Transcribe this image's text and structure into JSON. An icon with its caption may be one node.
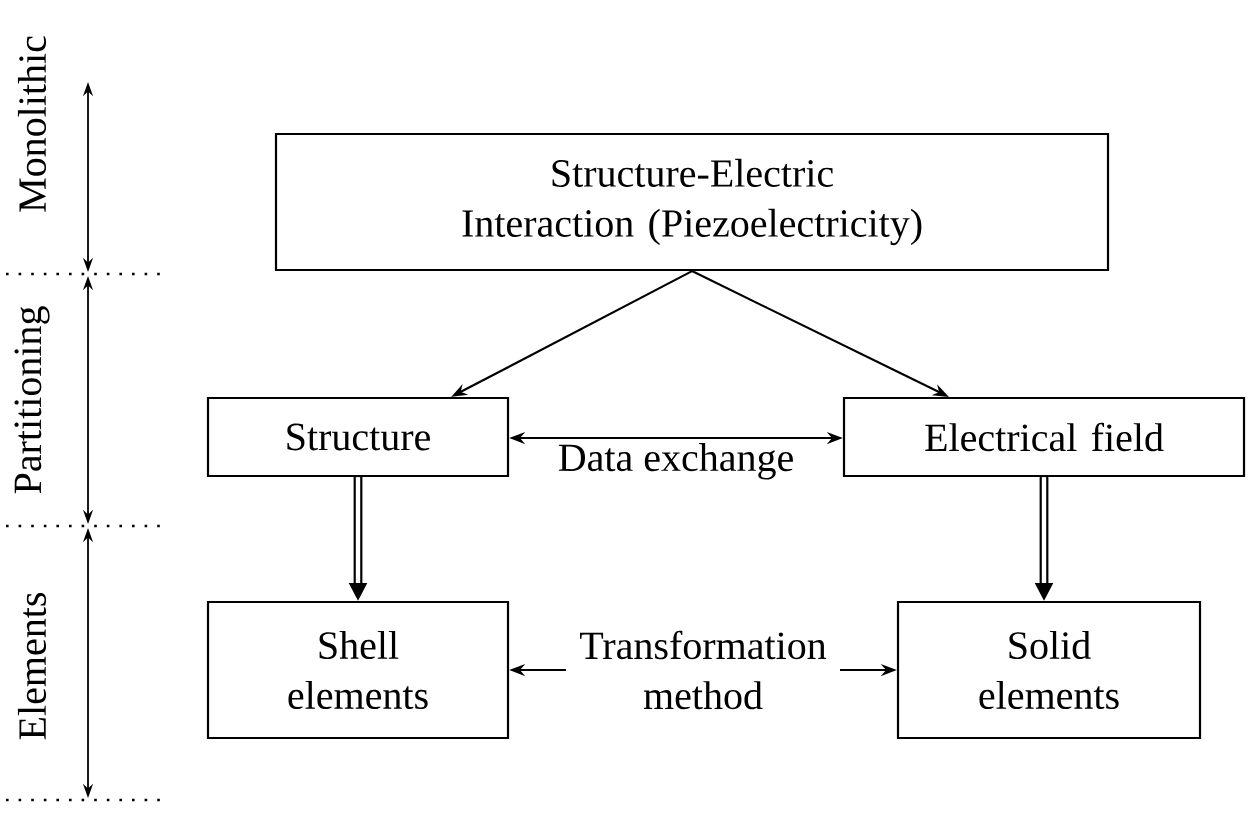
{
  "diagram": {
    "nodes": [
      {
        "text": [
          "Structure-Electric Interaction (Piezoelectricity)"
        ]
      },
      {
        "text": [
          "Structure"
        ]
      },
      {
        "text": [
          "Electrical field"
        ]
      },
      {
        "text": [
          "Shell elements"
        ]
      },
      {
        "text": [
          "Solid elements"
        ]
      }
    ],
    "edges": [
      {
        "from": 0,
        "to": 1,
        "arrow": "to"
      },
      {
        "from": 0,
        "to": 2,
        "arrow": "to"
      },
      {
        "from": 1,
        "to": 2,
        "arrow": "both",
        "label": "Data exchange"
      },
      {
        "from": 1,
        "to": 3,
        "arrow": "to",
        "style": "thick"
      },
      {
        "from": 2,
        "to": 4,
        "arrow": "to",
        "style": "thick"
      },
      {
        "from": 3,
        "to": 4,
        "arrow": "both",
        "label": "Transformation method"
      }
    ],
    "labels": [
      "Monolithic",
      "Partitioning",
      "Elements"
    ]
  }
}
